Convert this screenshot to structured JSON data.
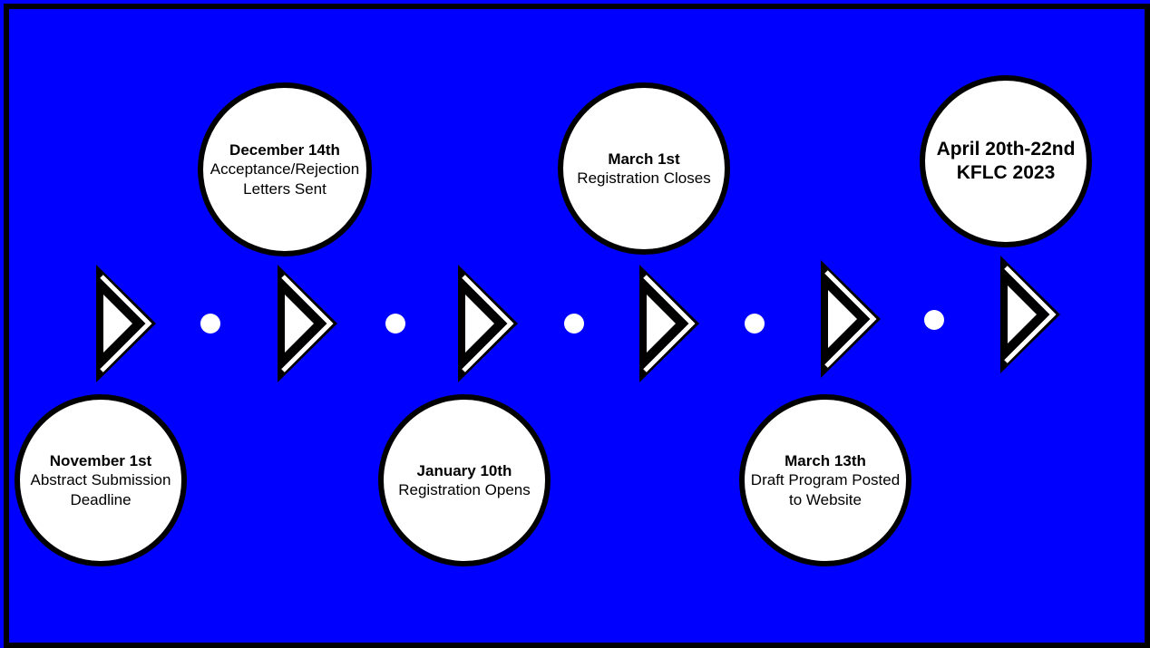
{
  "colors": {
    "background": "#0000ff",
    "border": "#000000",
    "node_fill": "#ffffff"
  },
  "timeline": {
    "icons": [
      "chevron-right-icon",
      "chevron-right-icon",
      "chevron-right-icon",
      "chevron-right-icon",
      "chevron-right-icon",
      "chevron-right-icon"
    ],
    "events": [
      {
        "date": "November 1st",
        "text": "Abstract Submission Deadline"
      },
      {
        "date": "December 14th",
        "text": "Acceptance/Rejection Letters Sent"
      },
      {
        "date": "January 10th",
        "text": "Registration Opens"
      },
      {
        "date": "March 1st",
        "text": "Registration Closes"
      },
      {
        "date": "March 13th",
        "text": "Draft Program Posted to Website"
      },
      {
        "date": "April 20th-22nd",
        "text": "KFLC 2023"
      }
    ]
  }
}
